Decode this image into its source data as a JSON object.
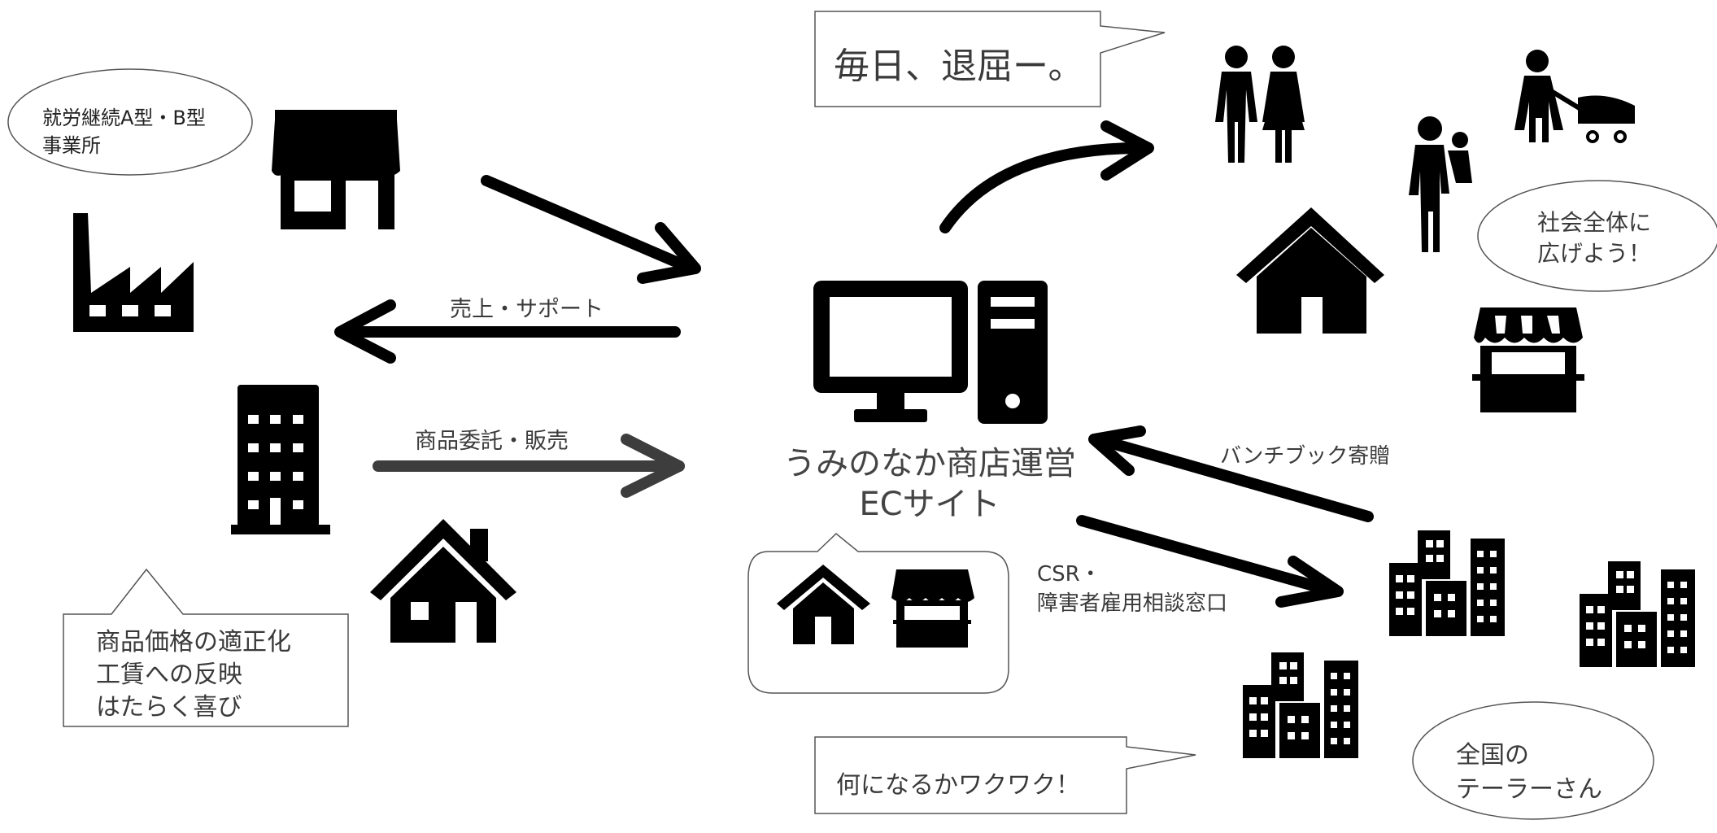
{
  "labels": {
    "workshop": "就労継続A型・B型\n事業所",
    "sales_support": "売上・サポート",
    "consignment": "商品委託・販売",
    "left_callout": "商品価格の適正化\n工賃への反映\nはたらく喜び",
    "site_name": "うみのなか商店運営\nECサイト",
    "bored": "毎日、退屈ー。",
    "spread": "社会全体に\n広げよう！",
    "donation": "バンチブック寄贈",
    "csr": "CSR・\n障害者雇用相談窓口",
    "excited": "何になるかワクワク！",
    "tailors": "全国の\nテーラーさん"
  },
  "colors": {
    "icon": "#000000",
    "arrow_dark": "#000000",
    "arrow_gray": "#3d3d3d",
    "bubble_stroke": "#555555"
  },
  "icons": [
    "shop-awning-icon",
    "factory-icon",
    "office-building-icon",
    "house-icon",
    "desktop-computer-icon",
    "couple-icon",
    "parent-with-child-icon",
    "woman-with-stroller-icon",
    "city-buildings-icon"
  ]
}
